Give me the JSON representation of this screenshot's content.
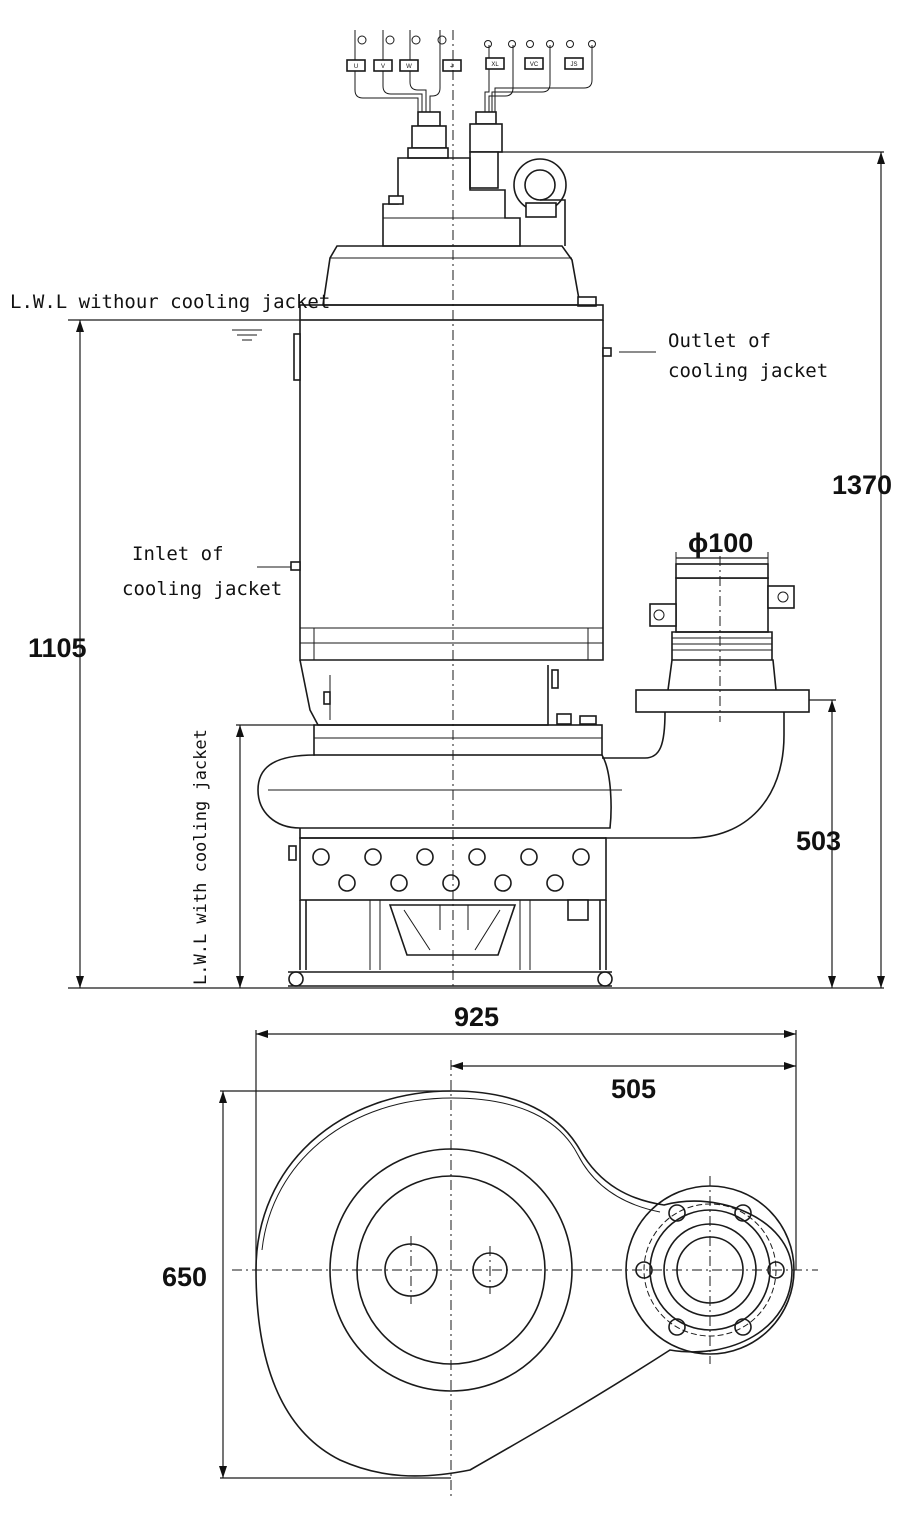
{
  "notes": {
    "lwl_without": "L.W.L withour cooling jacket",
    "outlet_line1": "Outlet of",
    "outlet_line2": "cooling jacket",
    "inlet_line1": "Inlet of",
    "inlet_line2": "cooling jacket",
    "lwl_with": "L.W.L with cooling jacket"
  },
  "dimensions": {
    "total_height": "1370",
    "lwl_height": "1105",
    "discharge_height": "503",
    "discharge_diameter": "ϕ100",
    "overall_width": "925",
    "discharge_offset": "505",
    "overall_depth": "650"
  },
  "terminals": {
    "power": [
      "U",
      "V",
      "W",
      "⏚"
    ],
    "control": [
      "XL",
      "VC",
      "JS"
    ]
  }
}
